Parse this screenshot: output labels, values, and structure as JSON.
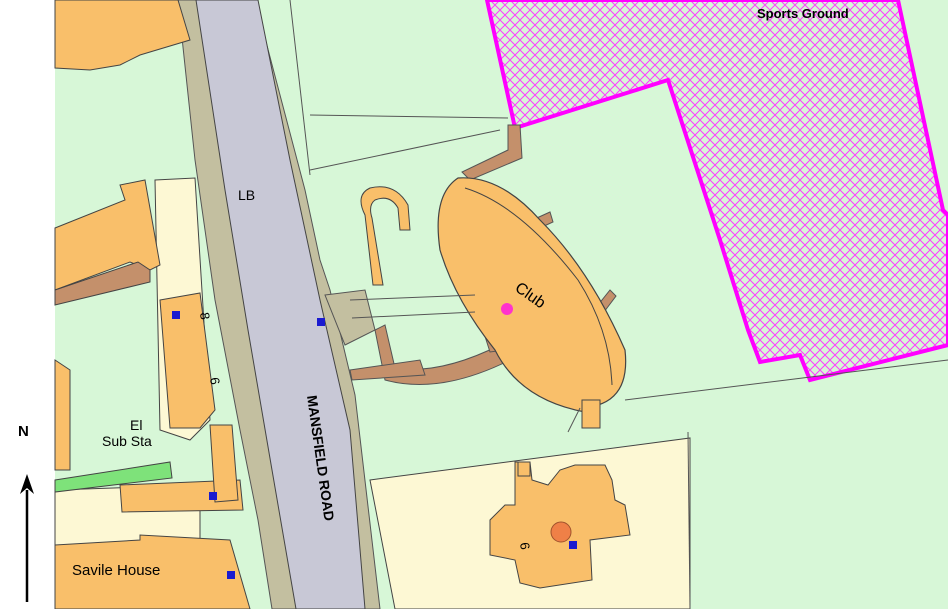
{
  "header": {
    "title_fragment": ""
  },
  "map": {
    "labels": {
      "sports_ground": "Sports Ground",
      "club": "Club",
      "lb": "LB",
      "el": "El",
      "sub_sta": "Sub Sta",
      "road": "MANSFIELD ROAD",
      "savile_house": "Savile House",
      "house_number_8": "8",
      "house_number_6_left": "6",
      "house_number_6_right": "6"
    },
    "north_label": "N",
    "colors": {
      "grass": "#d7f7d7",
      "building": "#f9bf6a",
      "road": "#c8c8d6",
      "verge": "#c3bfa0",
      "path": "#c4906b",
      "pale_yellow": "#fdf8d4",
      "boundary_magenta": "#ff00ff",
      "marker_blue": "#1a1ad0",
      "marker_pink": "#ff33cc",
      "point_orange": "#ef8047",
      "green_strip": "#7ee27a"
    }
  }
}
